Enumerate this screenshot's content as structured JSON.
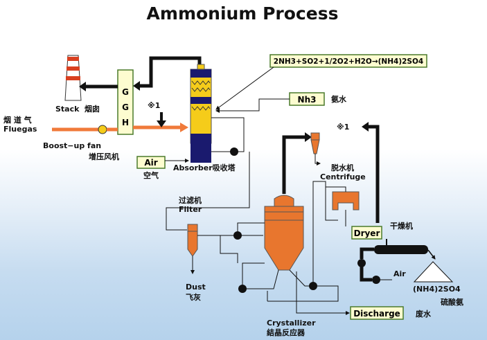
{
  "title": "Ammonium Process",
  "equation": "2NH3+SO2+1/2O2+H2O→(NH4)2SO4",
  "ggh": [
    "G",
    "G",
    "H"
  ],
  "stack_en": "Stack",
  "stack_cn": "烟囱",
  "fluegas_cn": "烟 道 气",
  "fluegas_en": "Fluegas",
  "fan_en": "Boost−up fan",
  "fan_cn": "增压风机",
  "mark1": "※1",
  "mark2": "※1",
  "air_box": "Air",
  "air_cn": "空气",
  "absorber": "Absorber吸收塔",
  "nh3_box": "Nh3",
  "ammonia_water_cn": "氨水",
  "centrifuge_cn": "脱水机",
  "centrifuge_en": "Centrifuge",
  "filter_cn": "过滤机",
  "filter_en": "Filter",
  "dryer_box": "Dryer",
  "dryer_cn": "干燥机",
  "air2": "Air",
  "product_en": "(NH4)2SO4",
  "product_cn": "硫酸氨",
  "dust_en": "Dust",
  "dust_cn": "飞灰",
  "discharge_box": "Discharge",
  "discharge_cn": "废水",
  "crystallizer_en": "Crystallizer",
  "crystallizer_cn": "結晶反应器",
  "colors": {
    "yellow": "#f5cc1a",
    "orange": "#e8762e",
    "navy": "#1a1a6e",
    "box_fill": "#fdfcd0",
    "box_border": "#4a7a2a",
    "arrow_orange": "#f07a3a",
    "pipe": "#111111"
  }
}
